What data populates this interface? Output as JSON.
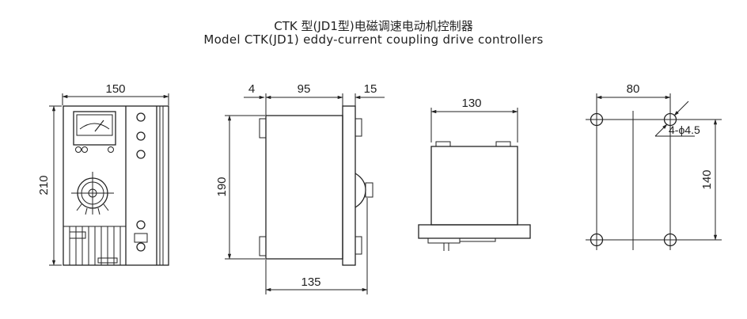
{
  "title": {
    "chinese": "CTK 型(JD1型)电磁调速电动机控制器",
    "english": "Model CTK(JD1) eddy-current coupling drive controllers"
  },
  "dimensions": {
    "front_width": "150",
    "front_height": "210",
    "side_offset": "4",
    "side_body": "95",
    "side_panel": "15",
    "side_height": "190",
    "side_depth": "135",
    "top_width": "130",
    "mount_spacing_x": "80",
    "mount_spacing_y": "140",
    "mount_holes": "4-ϕ4.5"
  },
  "colors": {
    "line": "#222222",
    "background": "#ffffff"
  }
}
